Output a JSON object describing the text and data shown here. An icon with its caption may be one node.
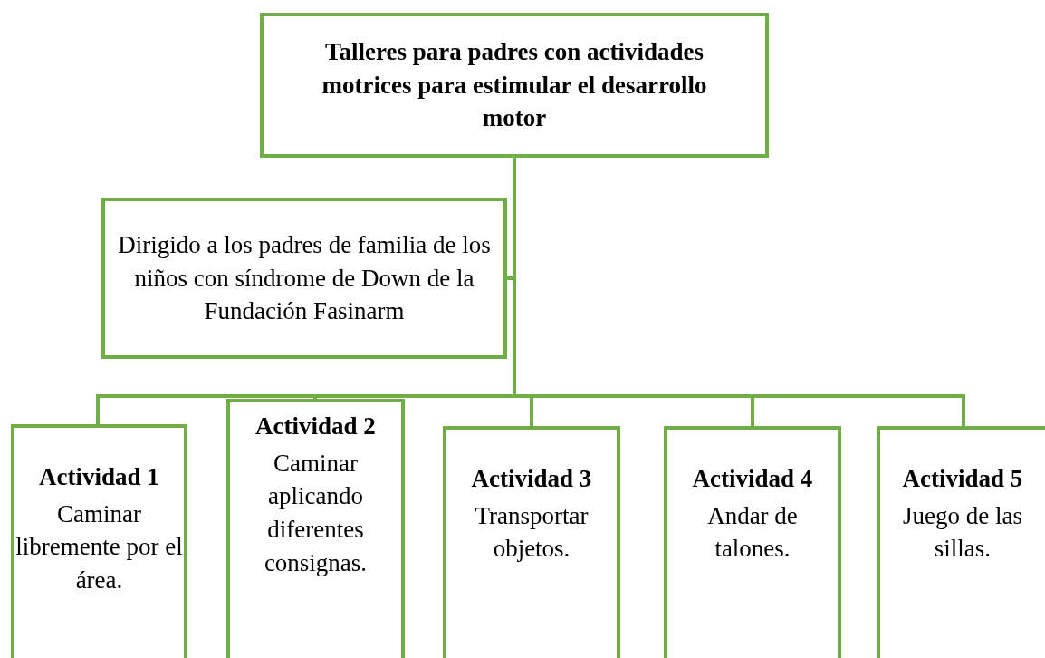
{
  "diagram": {
    "nodes": [
      {
        "text": [
          "Talleres para padres con actividades motrices para estimular el desarrollo motor"
        ]
      },
      {
        "text": [
          "Dirigido a los padres de familia de los niños con síndrome de Down de la Fundación Fasinarm"
        ]
      },
      {
        "text": [
          "Actividad 1",
          "Caminar libremente por el área."
        ]
      },
      {
        "text": [
          "Actividad 2",
          "Caminar aplicando diferentes consignas."
        ]
      },
      {
        "text": [
          "Actividad 3",
          "Transportar objetos."
        ]
      },
      {
        "text": [
          "Actividad 4",
          "Andar de talones."
        ]
      },
      {
        "text": [
          "Actividad 5",
          "Juego de las sillas."
        ]
      }
    ],
    "edges": [
      {
        "from": 0,
        "to": 1,
        "arrow": "none"
      },
      {
        "from": 0,
        "to": 2,
        "arrow": "none"
      },
      {
        "from": 0,
        "to": 3,
        "arrow": "none"
      },
      {
        "from": 0,
        "to": 4,
        "arrow": "none"
      },
      {
        "from": 0,
        "to": 5,
        "arrow": "none"
      },
      {
        "from": 0,
        "to": 6,
        "arrow": "none"
      }
    ]
  }
}
